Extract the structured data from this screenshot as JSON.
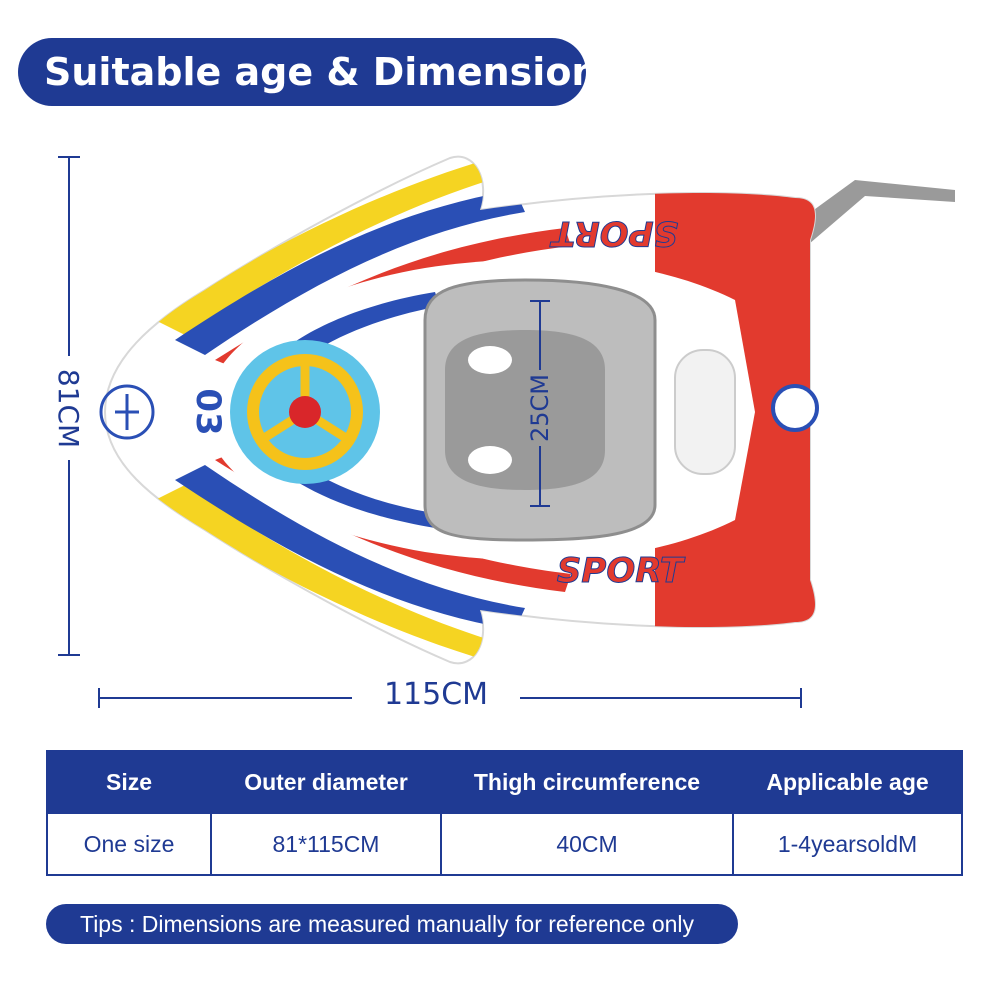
{
  "title": "Suitable age & Dimension",
  "dimensions": {
    "height_label": "81CM",
    "width_label": "115CM",
    "seat_label": "25CM"
  },
  "product_graphic": {
    "number": "03",
    "sport_text": "SPORT"
  },
  "table": {
    "headers": [
      "Size",
      "Outer diameter",
      "Thigh circumference",
      "Applicable age"
    ],
    "row": [
      "One size",
      "81*115CM",
      "40CM",
      "1-4yearsoldM"
    ]
  },
  "tips": "Tips : Dimensions are measured manually for reference only",
  "colors": {
    "brand_blue": "#1f3a93",
    "float_red": "#e23a2e",
    "float_yellow": "#f5d422",
    "seat_gray": "#9a9a9a"
  }
}
